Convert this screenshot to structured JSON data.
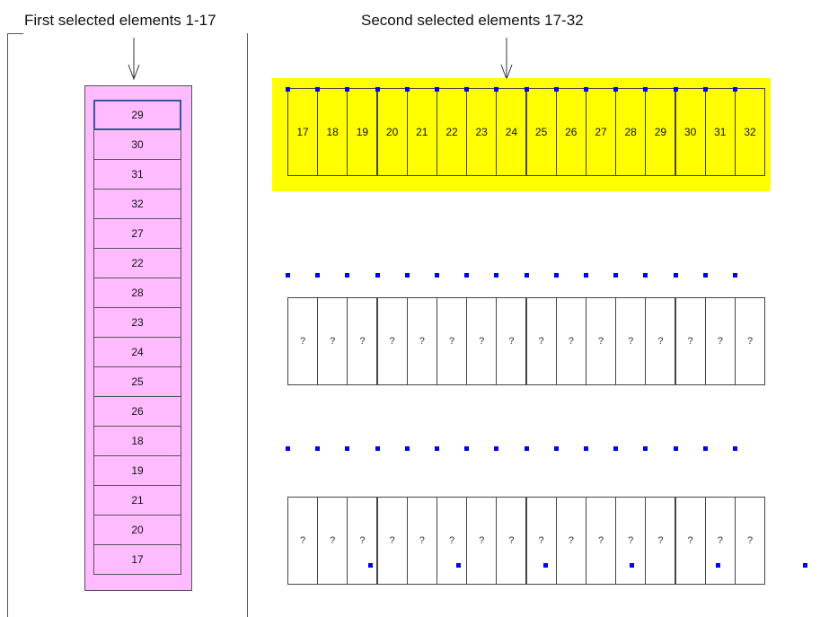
{
  "left_title": "First selected elements 1-17",
  "right_title": "Second selected elements 17-32",
  "left_column": [
    "29",
    "30",
    "31",
    "32",
    "27",
    "22",
    "28",
    "23",
    "24",
    "25",
    "26",
    "18",
    "19",
    "21",
    "20",
    "17"
  ],
  "top_row": [
    "17",
    "18",
    "19",
    "20",
    "21",
    "22",
    "23",
    "24",
    "25",
    "26",
    "27",
    "28",
    "29",
    "30",
    "31",
    "32"
  ],
  "row2": [
    "?",
    "?",
    "?",
    "?",
    "?",
    "?",
    "?",
    "?",
    "?",
    "?",
    "?",
    "?",
    "?",
    "?",
    "?",
    "?"
  ],
  "row3": [
    "?",
    "?",
    "?",
    "?",
    "?",
    "?",
    "?",
    "?",
    "?",
    "?",
    "?",
    "?",
    "?",
    "?",
    "?",
    "?"
  ],
  "colors": {
    "pink": "#ffbbff",
    "yellow": "#ffff00",
    "marker": "#0000ee",
    "selected_border": "#3355aa"
  }
}
